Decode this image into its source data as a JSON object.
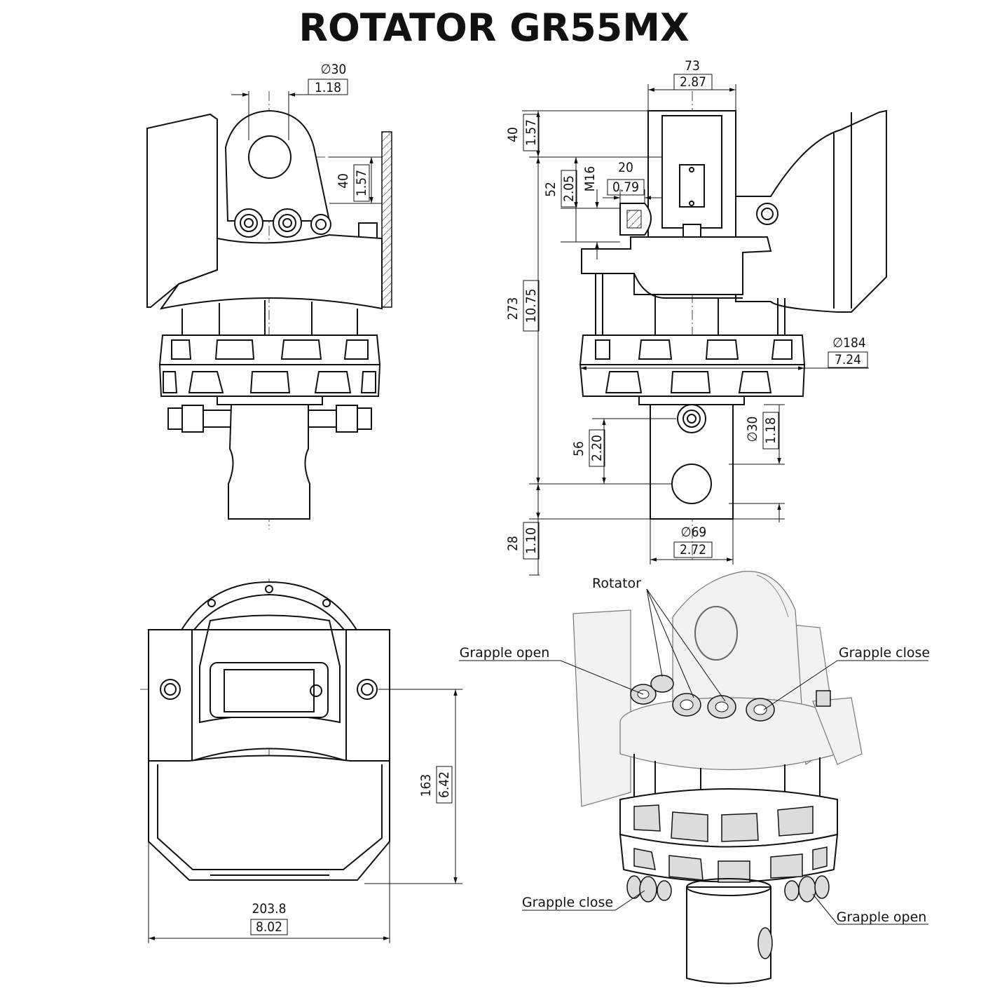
{
  "title": "ROTATOR  GR55MX",
  "front_view": {
    "pin_diameter": {
      "symbol": "∅",
      "mm": "30",
      "in": "1.18"
    },
    "pin_height": {
      "mm": "40",
      "in": "1.57"
    }
  },
  "side_view": {
    "top_width": {
      "mm": "73",
      "in": "2.87"
    },
    "top_height": {
      "mm": "40",
      "in": "1.57"
    },
    "port_offset": {
      "mm": "52",
      "in": "2.05"
    },
    "port_thread": "M16",
    "port_depth": {
      "mm": "20",
      "in": "0.79"
    },
    "overall_height": {
      "mm": "273",
      "in": "10.75"
    },
    "body_diameter": {
      "symbol": "∅",
      "mm": "184",
      "in": "7.24"
    },
    "lower_pin_offset": {
      "mm": "56",
      "in": "2.20"
    },
    "lower_pin_diameter": {
      "symbol": "∅",
      "mm": "30",
      "in": "1.18"
    },
    "shaft_bottom": {
      "mm": "28",
      "in": "1.10"
    },
    "shaft_diameter": {
      "symbol": "∅",
      "mm": "69",
      "in": "2.72"
    }
  },
  "bottom_view": {
    "depth": {
      "mm": "163",
      "in": "6.42"
    },
    "width": {
      "mm": "203.8",
      "in": "8.02"
    }
  },
  "iso_view": {
    "labels": {
      "rotator": "Rotator",
      "grapple_open_top": "Grapple open",
      "grapple_close_top": "Grapple close",
      "grapple_close_bottom": "Grapple close",
      "grapple_open_bottom": "Grapple open"
    }
  }
}
